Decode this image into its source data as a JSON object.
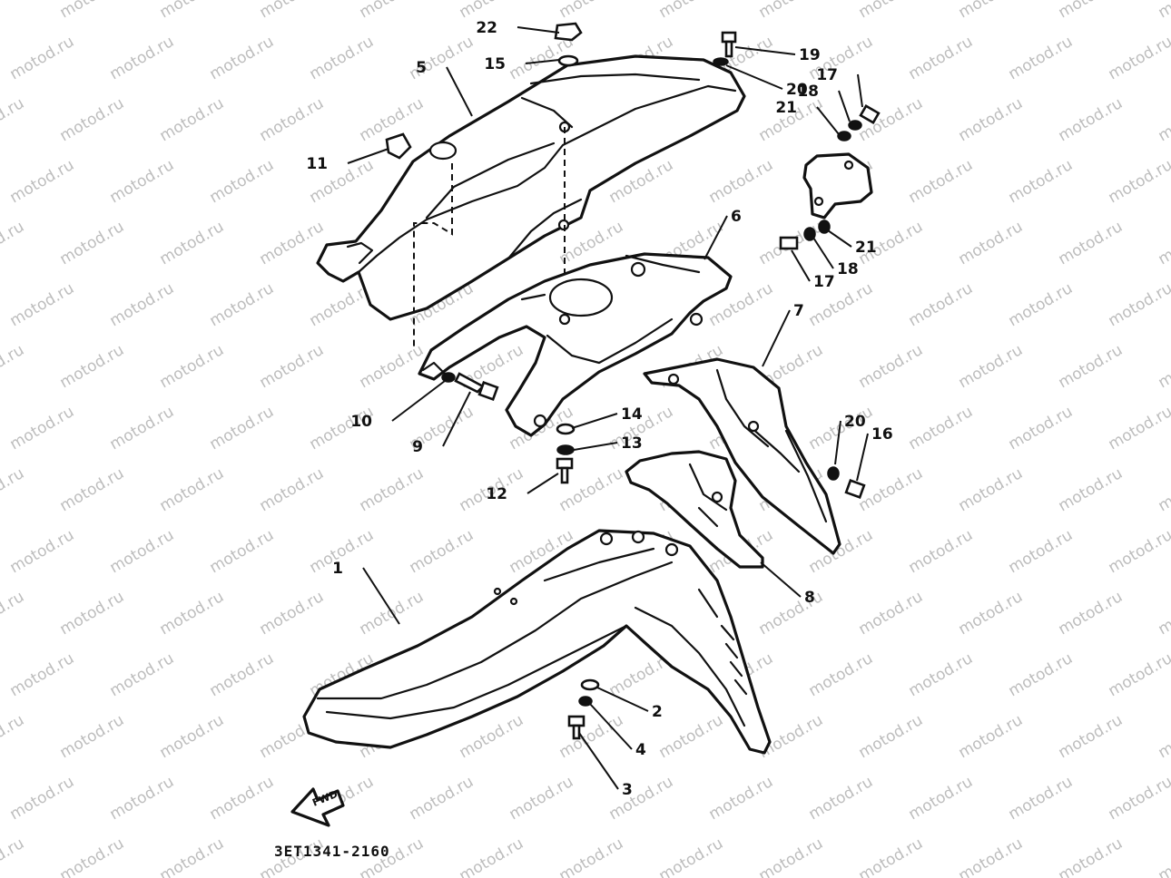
{
  "diagram": {
    "drawing_code": "3ET1341-2160",
    "watermark": "motod.ru",
    "arrow_label": "FWD",
    "callouts": [
      {
        "label": "22"
      },
      {
        "label": "15"
      },
      {
        "label": "19"
      },
      {
        "label": "20"
      },
      {
        "label": "5"
      },
      {
        "label": "17"
      },
      {
        "label": "18"
      },
      {
        "label": "21"
      },
      {
        "label": "11"
      },
      {
        "label": "21"
      },
      {
        "label": "18"
      },
      {
        "label": "17"
      },
      {
        "label": "6"
      },
      {
        "label": "7"
      },
      {
        "label": "10"
      },
      {
        "label": "9"
      },
      {
        "label": "14"
      },
      {
        "label": "13"
      },
      {
        "label": "20"
      },
      {
        "label": "16"
      },
      {
        "label": "12"
      },
      {
        "label": "8"
      },
      {
        "label": "1"
      },
      {
        "label": "2"
      },
      {
        "label": "4"
      },
      {
        "label": "3"
      }
    ]
  }
}
